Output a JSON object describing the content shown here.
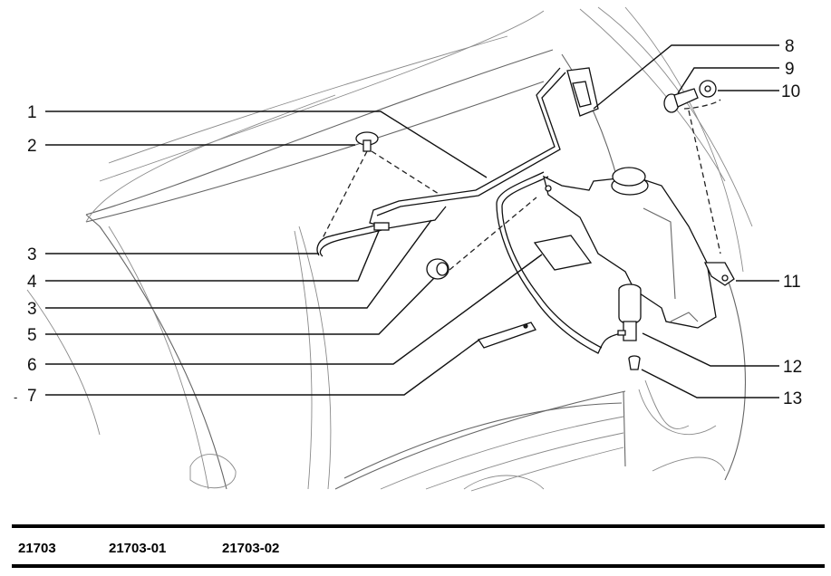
{
  "diagram": {
    "callouts": [
      "1",
      "2",
      "3",
      "4",
      "3",
      "5",
      "6",
      "7",
      "8",
      "9",
      "10",
      "11",
      "12",
      "13"
    ],
    "stray_mark": "-"
  },
  "footer": {
    "codes": [
      "21703",
      "21703-01",
      "21703-02"
    ]
  }
}
